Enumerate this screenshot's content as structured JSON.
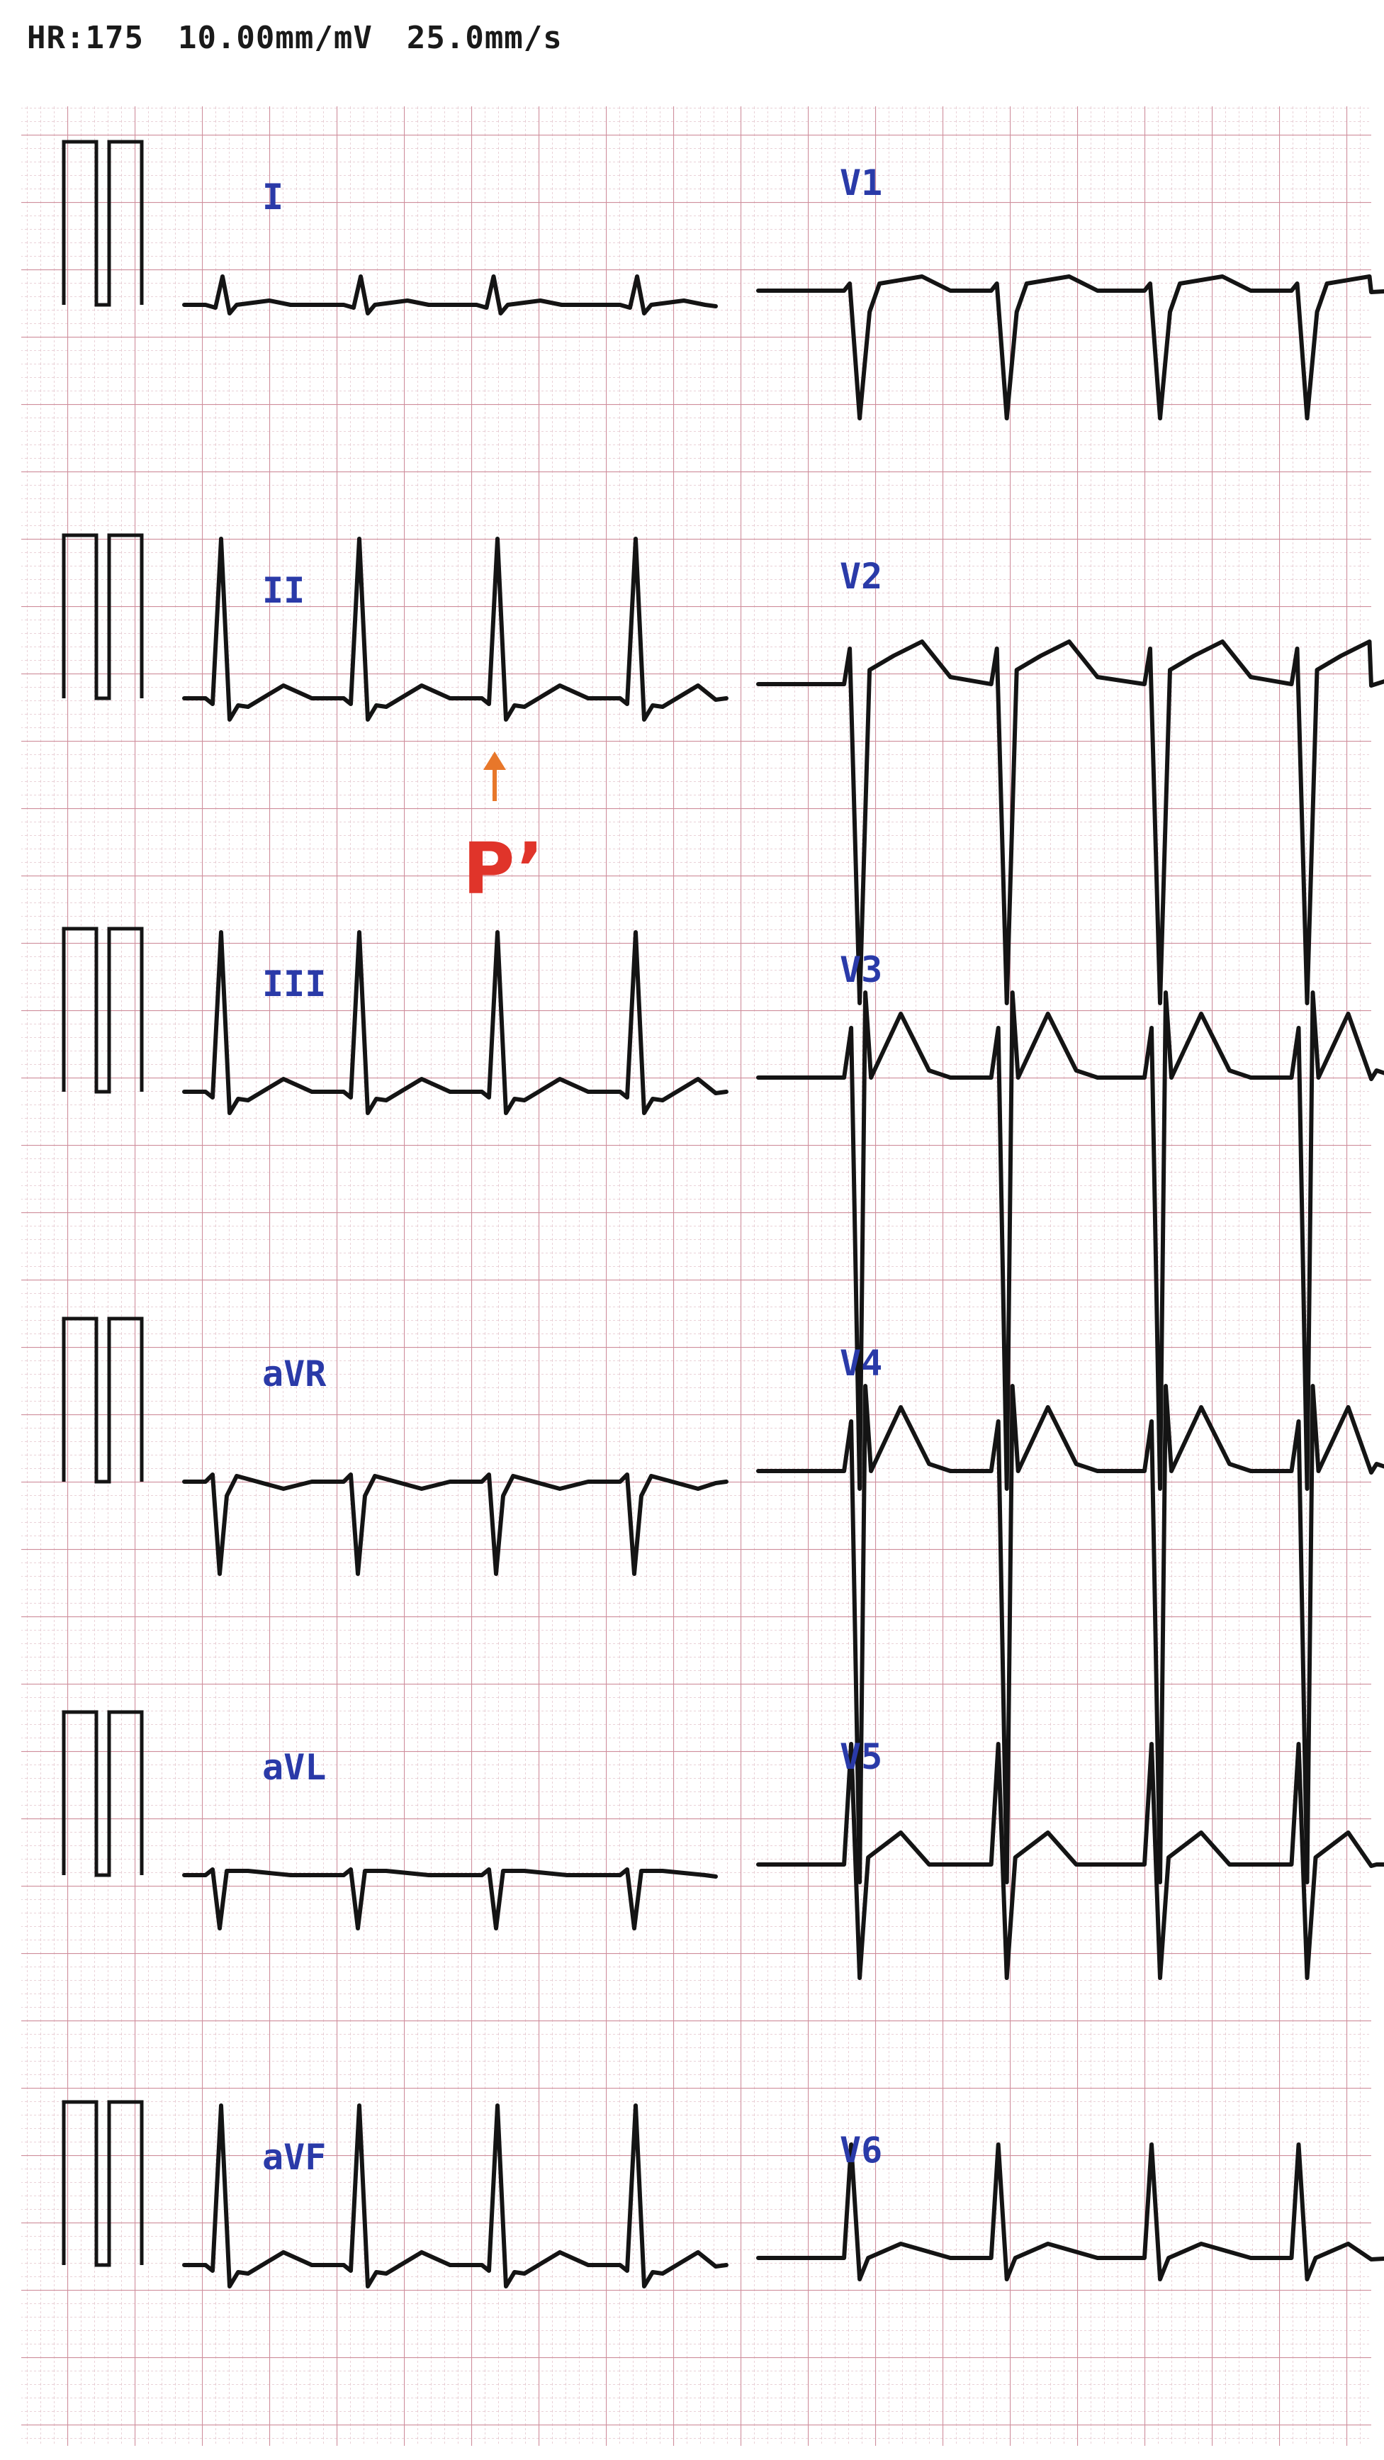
{
  "header": {
    "heart_rate": "HR:175",
    "gain": "10.00mm/mV",
    "speed": "25.0mm/s"
  },
  "leads_left": [
    {
      "id": "I",
      "label": "I",
      "shape": "small_positive",
      "beats": [
        0.04,
        0.3,
        0.55,
        0.82
      ]
    },
    {
      "id": "II",
      "label": "II",
      "shape": "tall_positive",
      "beats": [
        0.04,
        0.3,
        0.56,
        0.82
      ]
    },
    {
      "id": "III",
      "label": "III",
      "shape": "tall_positive",
      "beats": [
        0.04,
        0.3,
        0.56,
        0.82
      ]
    },
    {
      "id": "aVR",
      "label": "aVR",
      "shape": "negative",
      "beats": [
        0.04,
        0.3,
        0.56,
        0.82
      ]
    },
    {
      "id": "aVL",
      "label": "aVL",
      "shape": "small_negative",
      "beats": [
        0.04,
        0.3,
        0.56,
        0.82
      ]
    },
    {
      "id": "aVF",
      "label": "aVF",
      "shape": "tall_positive",
      "beats": [
        0.04,
        0.3,
        0.56,
        0.82
      ]
    }
  ],
  "leads_right": [
    {
      "id": "V1",
      "label": "V1",
      "shape": "deep_negative",
      "beats": [
        0.14,
        0.38,
        0.63,
        0.87
      ]
    },
    {
      "id": "V2",
      "label": "V2",
      "shape": "deep_negative_t",
      "beats": [
        0.14,
        0.38,
        0.63,
        0.87
      ]
    },
    {
      "id": "V3",
      "label": "V3",
      "shape": "biphasic_large",
      "beats": [
        0.14,
        0.38,
        0.63,
        0.87
      ]
    },
    {
      "id": "V4",
      "label": "V4",
      "shape": "biphasic_large",
      "beats": [
        0.14,
        0.38,
        0.63,
        0.87
      ]
    },
    {
      "id": "V5",
      "label": "V5",
      "shape": "biphasic_medium",
      "beats": [
        0.14,
        0.38,
        0.63,
        0.87
      ]
    },
    {
      "id": "V6",
      "label": "V6",
      "shape": "positive_medium",
      "beats": [
        0.14,
        0.38,
        0.63,
        0.87
      ]
    }
  ],
  "annotation": {
    "label": "P’",
    "lead": "II",
    "beat_index": 2
  },
  "colors": {
    "trace": "#141414",
    "label": "#2a3aa8",
    "grid_minor": "#e3c4cc",
    "grid_major": "#cf8e9c",
    "arrow": "#e8772a",
    "annotation_text": "#e0342a"
  }
}
